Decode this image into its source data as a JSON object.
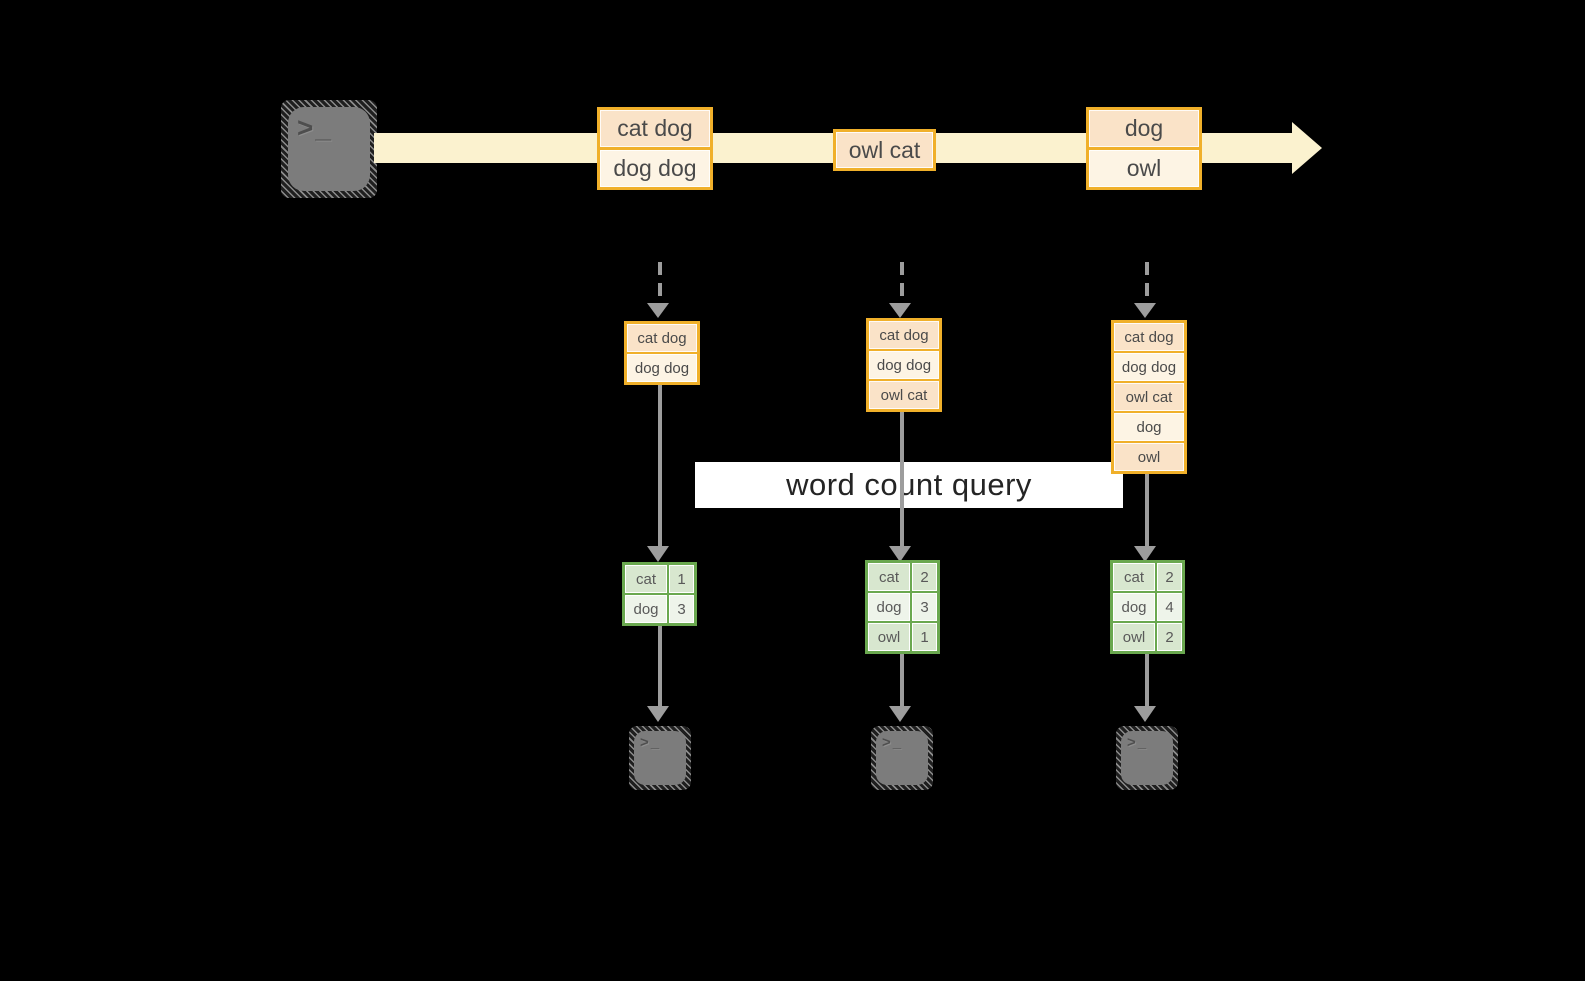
{
  "diagram": {
    "query_label": "word count query",
    "terminal_glyph": ">_",
    "stream_batches": [
      {
        "rows": [
          "cat dog",
          "dog dog"
        ]
      },
      {
        "rows": [
          "owl cat"
        ]
      },
      {
        "rows": [
          "dog",
          "owl"
        ]
      }
    ],
    "state_buffers": [
      {
        "rows": [
          "cat dog",
          "dog dog"
        ]
      },
      {
        "rows": [
          "cat dog",
          "dog dog",
          "owl cat"
        ]
      },
      {
        "rows": [
          "cat dog",
          "dog dog",
          "owl cat",
          "dog",
          "owl"
        ]
      }
    ],
    "count_tables": [
      {
        "rows": [
          [
            "cat",
            "1"
          ],
          [
            "dog",
            "3"
          ]
        ]
      },
      {
        "rows": [
          [
            "cat",
            "2"
          ],
          [
            "dog",
            "3"
          ],
          [
            "owl",
            "1"
          ]
        ]
      },
      {
        "rows": [
          [
            "cat",
            "2"
          ],
          [
            "dog",
            "4"
          ],
          [
            "owl",
            "2"
          ]
        ]
      }
    ],
    "colors": {
      "background": "#000000",
      "stream_band": "#FBF2CF",
      "record_border": "#F0B02A",
      "record_peach": "#FAE3C8",
      "record_cream": "#FDF4E4",
      "table_border": "#6AA84F",
      "table_cell_dark": "#D8E7CF",
      "table_cell_light": "#EEF4EA",
      "arrow_gray": "#9D9D9D",
      "terminal_gray": "#7C7C7C",
      "query_band": "#FFFFFF"
    }
  }
}
